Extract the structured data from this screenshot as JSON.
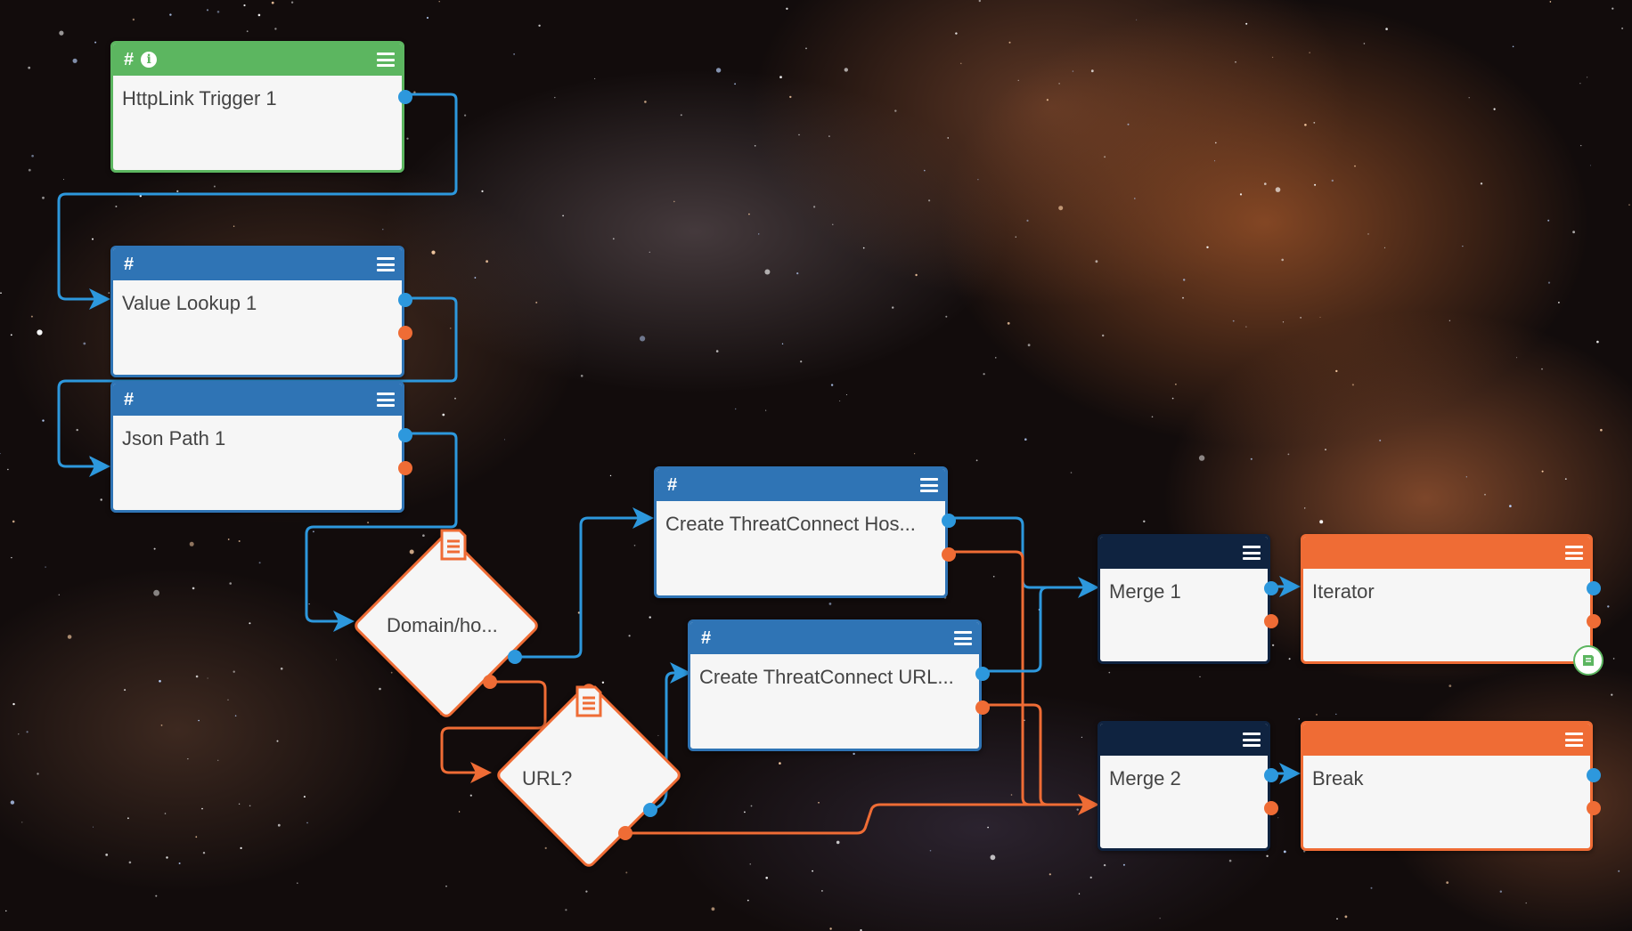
{
  "nodes": {
    "httplink": {
      "hash": "#",
      "title": "HttpLink Trigger 1"
    },
    "value_lookup": {
      "hash": "#",
      "title": "Value Lookup 1"
    },
    "json_path": {
      "hash": "#",
      "title": "Json Path 1"
    },
    "domain_check": {
      "title": "Domain/ho..."
    },
    "url_check": {
      "title": "URL?"
    },
    "create_host": {
      "hash": "#",
      "title": "Create ThreatConnect Hos..."
    },
    "create_url": {
      "hash": "#",
      "title": "Create ThreatConnect URL..."
    },
    "merge1": {
      "title": "Merge 1"
    },
    "merge2": {
      "title": "Merge 2"
    },
    "iterator": {
      "title": "Iterator"
    },
    "break": {
      "title": "Break"
    }
  },
  "icons": {
    "menu": "hamburger-menu-icon",
    "info": "info-icon",
    "document": "document-icon",
    "notes": "notes-icon"
  },
  "colors": {
    "trigger": "#5cb660",
    "app": "#2f74b5",
    "operator": "#0f2340",
    "loop": "#ef6c35",
    "success_wire": "#2d98dd",
    "failure_wire": "#ef6c35"
  }
}
